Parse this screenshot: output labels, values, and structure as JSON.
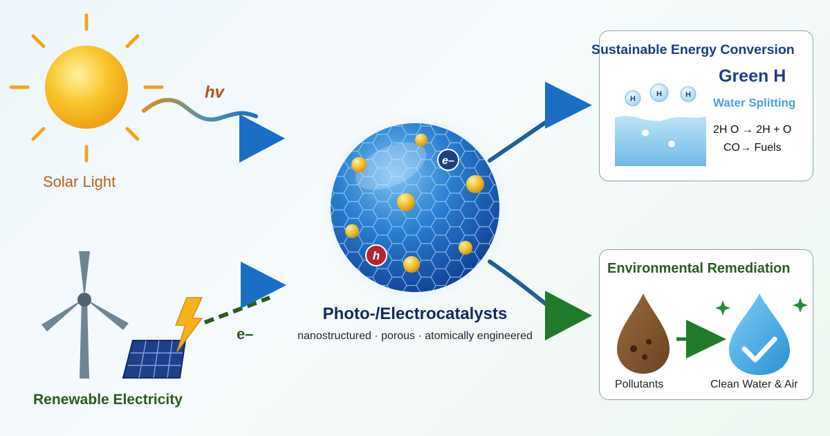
{
  "inputs": {
    "solar_label": "Solar Light",
    "photon_label": "hv",
    "electricity_label": "Renewable Electricity",
    "electron_label": "e–"
  },
  "catalyst": {
    "title": "Photo-/Electrocatalysts",
    "subtitle": "nanostructured · porous · atomically engineered",
    "electron_badge": "e–",
    "hole_badge": "h"
  },
  "energy_panel": {
    "title": "Sustainable Energy Conversion",
    "product": "Green H",
    "process": "Water Splitting",
    "equation_1": "2H O → 2H + O",
    "equation_2": "CO→ Fuels",
    "bubble_label": "H"
  },
  "environment_panel": {
    "title": "Environmental Remediation",
    "input_label": "Pollutants",
    "output_label": "Clean Water & Air"
  },
  "colors": {
    "sun": "#f3b81c",
    "arrow_blue": "#1a6fc4",
    "arrow_green": "#1f7a2a",
    "sphere": "#2a7fd0",
    "water": "#9fd3ee"
  }
}
